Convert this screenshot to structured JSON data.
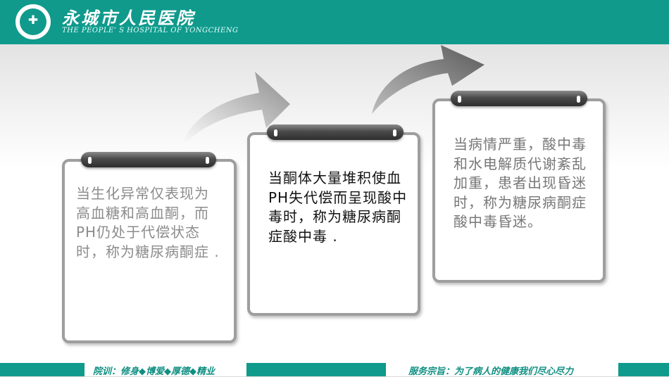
{
  "header": {
    "hospital_name_cn": "永城市人民医院",
    "hospital_name_en": "THE PEOPLE’ S HOSPITAL OF YONGCHENG",
    "logo_glyph": "✚"
  },
  "cards": [
    {
      "text": "当生化异常仅表现为高血糖和高血酮，而PH仍处于代偿状态时，称为糖尿病酮症 .",
      "color": "#8c8c8c",
      "bold": false
    },
    {
      "text": "当酮体大量堆积使血PH失代偿而呈现酸中毒时，称为糖尿病酮症酸中毒 .",
      "color": "#111111",
      "bold": false
    },
    {
      "text": "当病情严重，酸中毒和水电解质代谢紊乱加重，患者出现昏迷时，称为糖尿病酮症酸中毒昏迷。",
      "color": "#777777",
      "bold": false
    }
  ],
  "footer": {
    "left": "院训：修身◆博爱◆厚德◆精业",
    "right": "服务宗旨：为了病人的健康我们尽心尽力"
  },
  "colors": {
    "brand": "#0f9a8c",
    "card_border": "#9e9e9e"
  }
}
